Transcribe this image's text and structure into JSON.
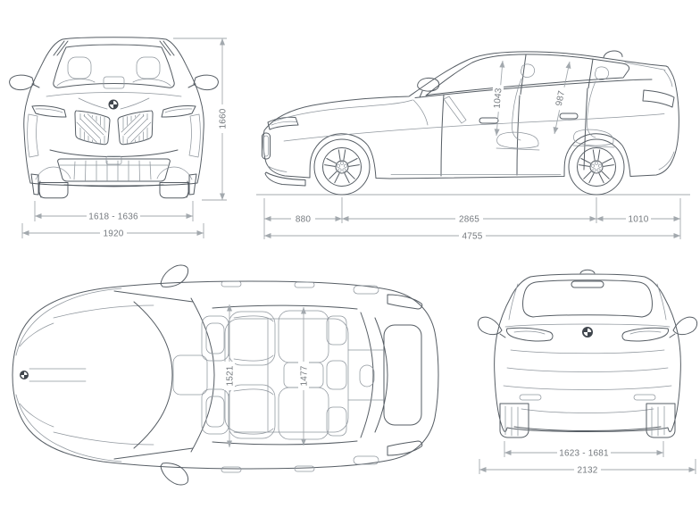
{
  "colors": {
    "background": "#ffffff",
    "car_line": "#565d64",
    "detail_line": "#8f969d",
    "dimension_line": "#a3a9ae",
    "dimension_text": "#74797e",
    "logo_fill": "#40464d"
  },
  "views": {
    "front": {
      "dims": {
        "track": "1618 - 1636",
        "width": "1920",
        "height": "1660"
      }
    },
    "side": {
      "dims": {
        "front_overhang": "880",
        "wheelbase": "2865",
        "rear_overhang": "1010",
        "length": "4755",
        "headroom_front": "1043",
        "headroom_rear": "987"
      }
    },
    "top": {
      "dims": {
        "interior_width_front": "1521",
        "interior_width_rear": "1477"
      }
    },
    "rear": {
      "dims": {
        "track": "1623 - 1681",
        "width_mirrors": "2132"
      }
    }
  }
}
